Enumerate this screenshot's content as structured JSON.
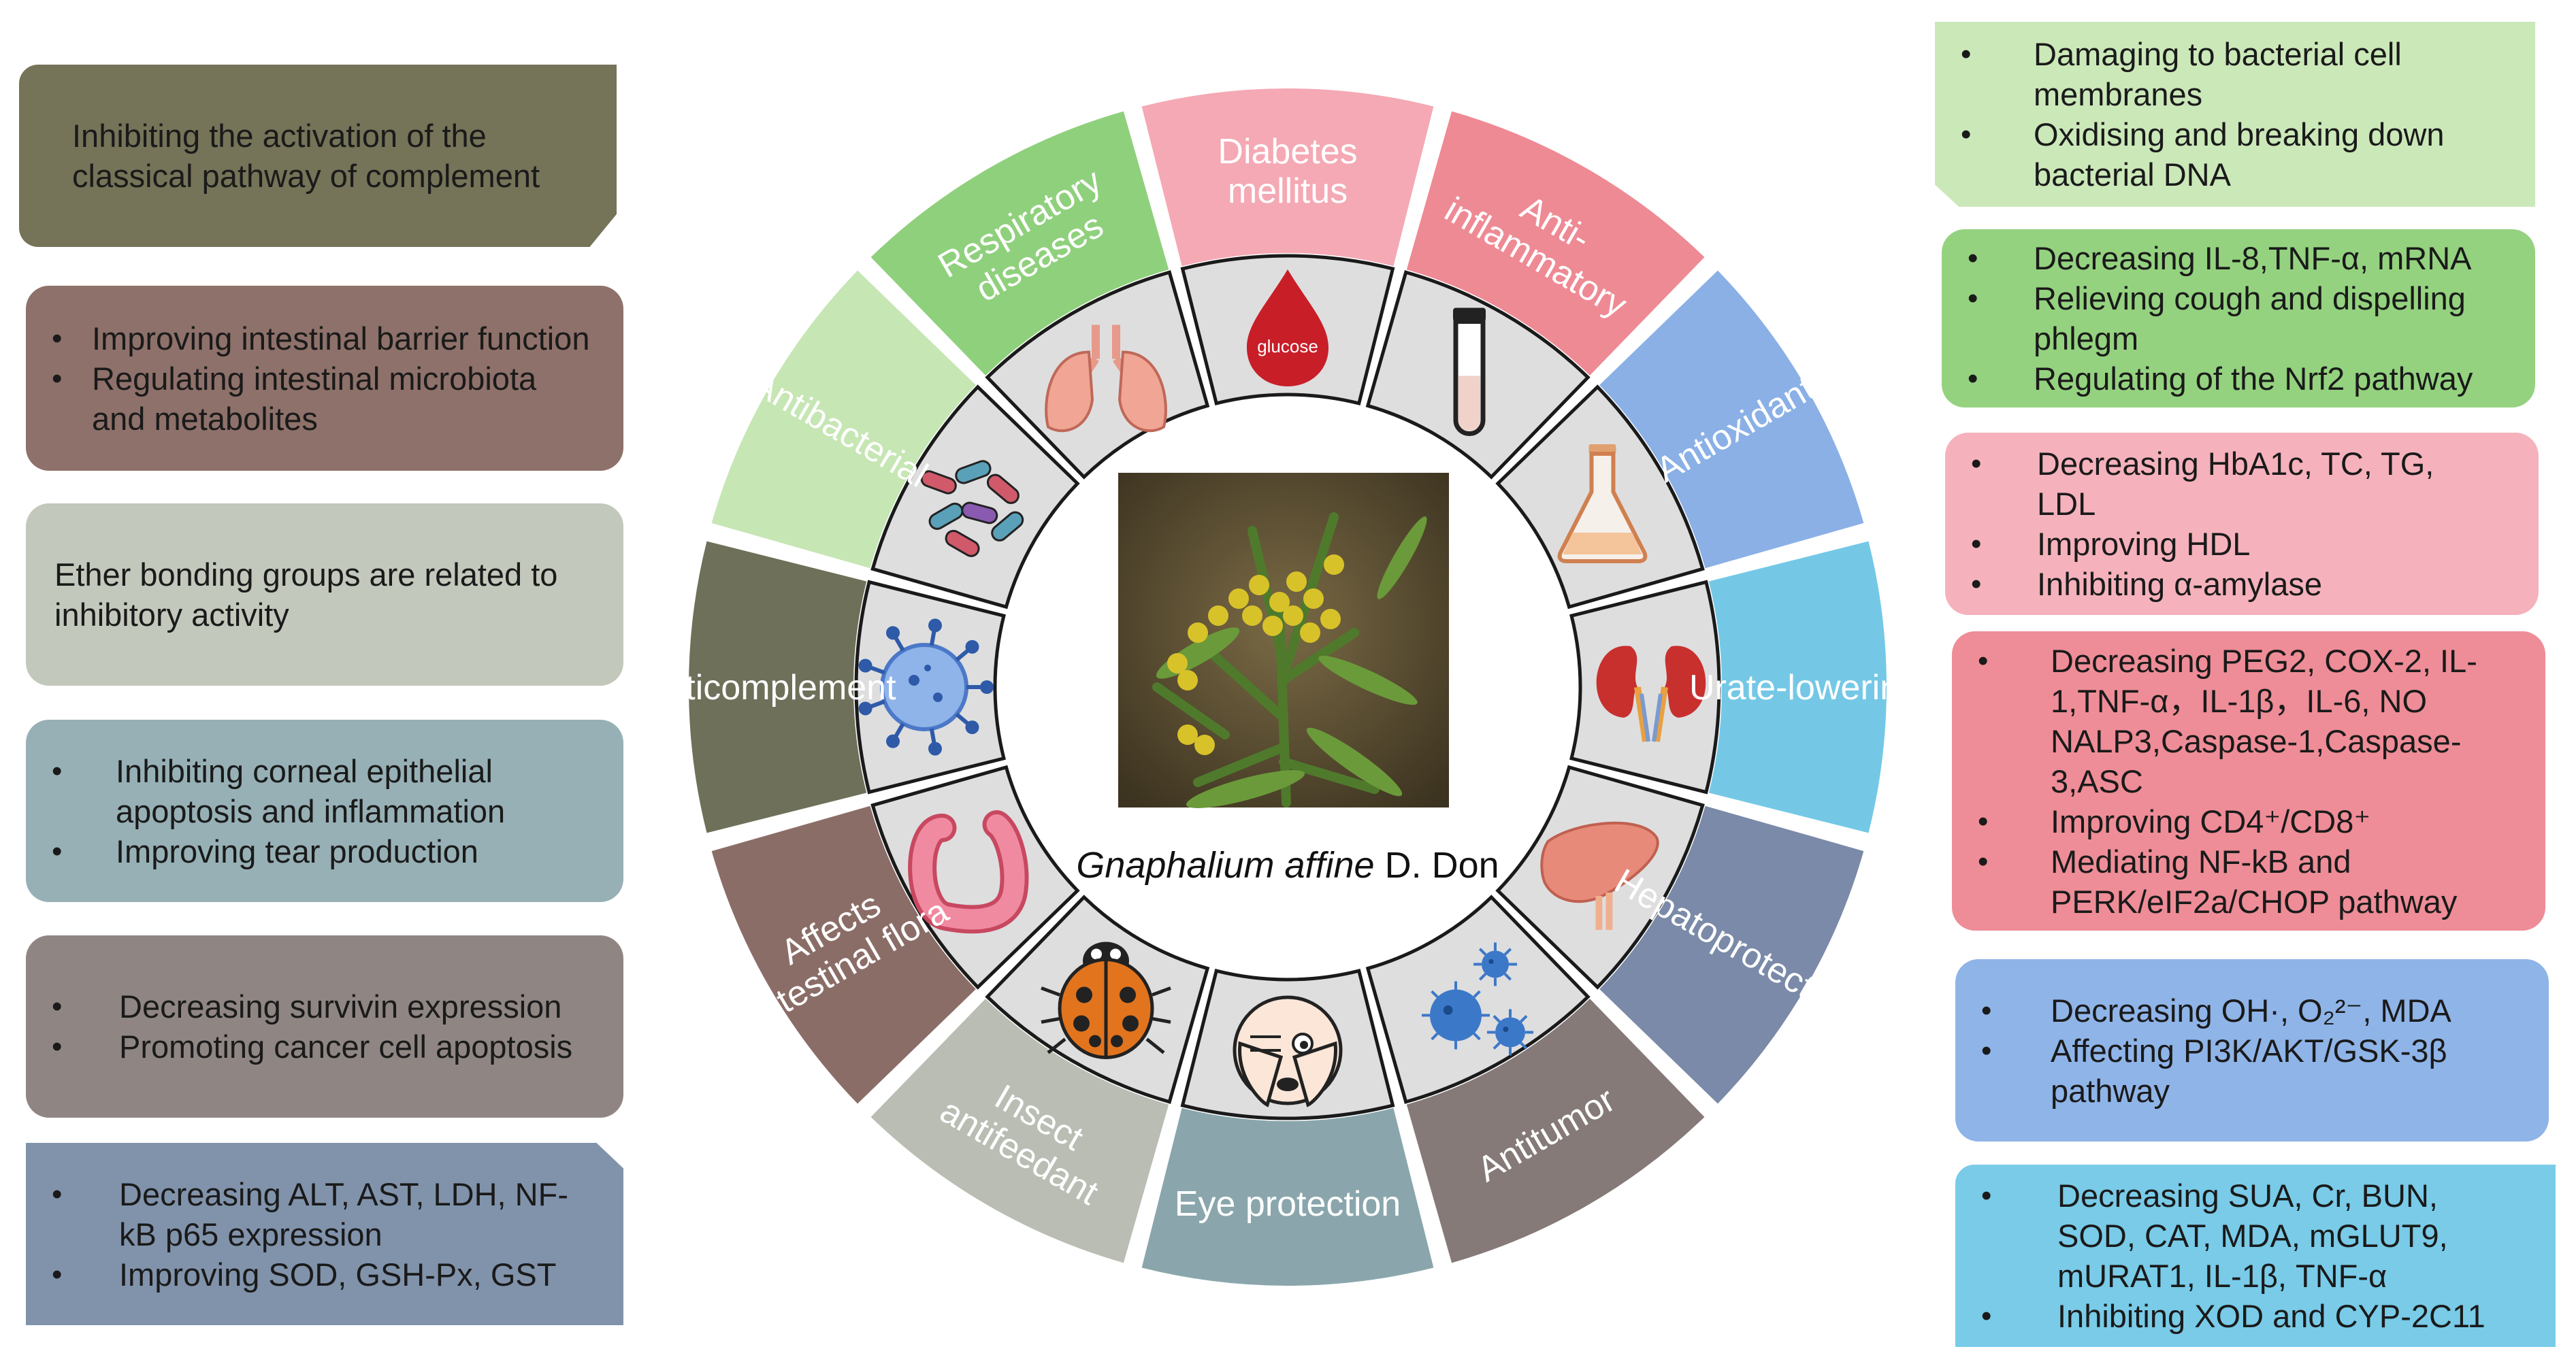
{
  "center": {
    "title_italic": "Gnaphalium affine",
    "title_rest": " D. Don",
    "photo_icon": "plant-photo"
  },
  "segments": [
    {
      "key": "anticomplement",
      "lines": [
        "anticomplement"
      ],
      "color": "#6e7059",
      "icon": "virus-icon"
    },
    {
      "key": "antibacterial",
      "lines": [
        "Antibacterial"
      ],
      "color": "#c6e6b4",
      "icon": "bacteria-icon"
    },
    {
      "key": "respiratory",
      "lines": [
        "Respiratory",
        "diseases"
      ],
      "color": "#8fd07c",
      "icon": "lungs-icon"
    },
    {
      "key": "diabetes",
      "lines": [
        "Diabetes",
        "mellitus"
      ],
      "color": "#f4a9b4",
      "icon": "blood-drop-icon",
      "icon_text": "glucose"
    },
    {
      "key": "anti-inflammatory",
      "lines": [
        "Anti-",
        "inflammatory"
      ],
      "color": "#ee8a94",
      "icon": "test-tube-icon"
    },
    {
      "key": "antioxidant",
      "lines": [
        "Antioxidant"
      ],
      "color": "#8ab0e6",
      "icon": "flask-icon"
    },
    {
      "key": "urate-lowering",
      "lines": [
        "Urate-lowering"
      ],
      "color": "#74c8e6",
      "icon": "kidneys-icon"
    },
    {
      "key": "hepatoprotection",
      "lines": [
        "Hepatoprotection"
      ],
      "color": "#7a8aa8",
      "icon": "liver-icon"
    },
    {
      "key": "antitumor",
      "lines": [
        "Antitumor"
      ],
      "color": "#857a78",
      "icon": "tumor-cells-icon"
    },
    {
      "key": "eye-protection",
      "lines": [
        "Eye protection"
      ],
      "color": "#8aa6ac",
      "icon": "eye-cover-face-icon"
    },
    {
      "key": "insect-antifeedant",
      "lines": [
        "Insect",
        "antifeedant"
      ],
      "color": "#b9bdb3",
      "icon": "ladybug-icon"
    },
    {
      "key": "intestinal-flora",
      "lines": [
        "Affects",
        "intestinal flora"
      ],
      "color": "#8b6d68",
      "icon": "intestine-icon"
    }
  ],
  "left_boxes": [
    {
      "name": "anticomplement-box",
      "color": "#757358",
      "plain": "Inhibiting the activation of the classical pathway of complement",
      "bullets": []
    },
    {
      "name": "intestinal-flora-box",
      "color": "#8e716a",
      "plain": "",
      "bullets": [
        "Improving intestinal barrier function",
        "Regulating intestinal microbiota and metabolites"
      ]
    },
    {
      "name": "insect-antifeedant-box",
      "color": "#c3c8bc",
      "plain": "Ether bonding groups are related to inhibitory activity",
      "bullets": []
    },
    {
      "name": "eye-protection-box",
      "color": "#97b0b5",
      "plain": "",
      "bullets": [
        "Inhibiting corneal epithelial apoptosis and inflammation",
        "Improving tear production"
      ]
    },
    {
      "name": "antitumor-box",
      "color": "#8f8683",
      "plain": "",
      "bullets": [
        "Decreasing survivin expression",
        "Promoting cancer cell apoptosis"
      ]
    },
    {
      "name": "hepatoprotection-box",
      "color": "#8193ab",
      "plain": "",
      "bullets": [
        "Decreasing ALT, AST, LDH, NF-kB p65 expression",
        "Improving SOD, GSH-Px, GST"
      ]
    }
  ],
  "right_boxes": [
    {
      "name": "antibacterial-box",
      "color": "#cbe8b9",
      "bullets": [
        "Damaging to bacterial cell membranes",
        "Oxidising and breaking down bacterial DNA"
      ]
    },
    {
      "name": "respiratory-box",
      "color": "#94d27f",
      "bullets": [
        "Decreasing IL-8,TNF-α, mRNA",
        "Relieving cough and dispelling phlegm",
        "Regulating of the Nrf2 pathway"
      ]
    },
    {
      "name": "diabetes-box",
      "color": "#f5b2bc",
      "bullets": [
        "Decreasing HbA1c, TC, TG, LDL",
        "Improving HDL",
        "Inhibiting α-amylase"
      ]
    },
    {
      "name": "anti-inflammatory-box",
      "color": "#ee8d97",
      "bullets": [
        "Decreasing PEG2, COX-2, IL-1,TNF-α，IL-1β，IL-6, NO NALP3,Caspase-1,Caspase-3,ASC",
        "Improving CD4⁺/CD8⁺",
        "Mediating NF-kB and PERK/eIF2a/CHOP pathway"
      ]
    },
    {
      "name": "antioxidant-box",
      "color": "#8fb4e8",
      "bullets": [
        "Decreasing OH·, O₂²⁻, MDA",
        "Affecting PI3K/AKT/GSK-3β pathway"
      ]
    },
    {
      "name": "urate-lowering-box",
      "color": "#79cbe8",
      "bullets": [
        "Decreasing SUA, Cr, BUN, SOD, CAT, MDA, mGLUT9, mURAT1, IL-1β, TNF-α",
        "Inhibiting XOD and CYP-2C11"
      ]
    }
  ]
}
